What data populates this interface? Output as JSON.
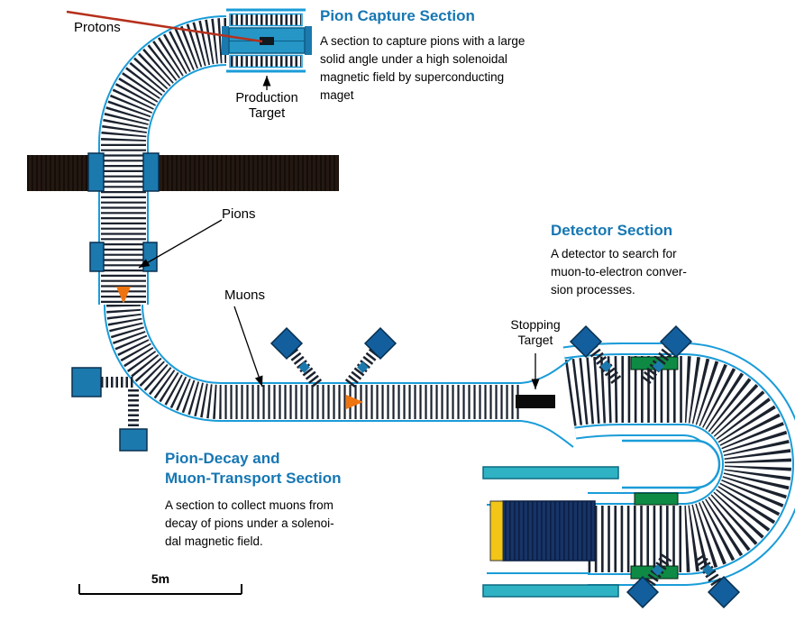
{
  "labels": {
    "protons": "Protons",
    "production_target": "Production\nTarget",
    "pions": "Pions",
    "muons": "Muons",
    "stopping_target": "Stopping\nTarget",
    "scale": "5m"
  },
  "sections": {
    "pion_capture": {
      "title": "Pion Capture Section",
      "description": "A section to capture pions with a large\nsolid angle under a high solenoidal\nmagnetic field by superconducting\nmaget"
    },
    "detector": {
      "title": "Detector Section",
      "description": "A detector to search for\nmuon-to-electron conver-\nsion processes."
    },
    "pion_decay_muon_transport": {
      "title": "Pion-Decay and\nMuon-Transport Section",
      "description": "A section to collect muons from\ndecay of pions under a solenoi-\ndal magnetic field."
    }
  },
  "colors": {
    "beamline": "#1a9cd8",
    "coil_dark": "#1b222e",
    "component_blue": "#1b79ae",
    "diamond_blue": "#135f9e",
    "target_cyan": "#2596c6",
    "teal_bar": "#2fb3c4",
    "green_block": "#0e8a45",
    "yellow_bar": "#f3c517",
    "orange_arrow": "#ee7410",
    "proton_red": "#b5301c",
    "shield_brown": "#241812",
    "detector_navy": "#173468",
    "stopping_target_black": "#0b0b0b",
    "title_blue": "#1677b3"
  }
}
